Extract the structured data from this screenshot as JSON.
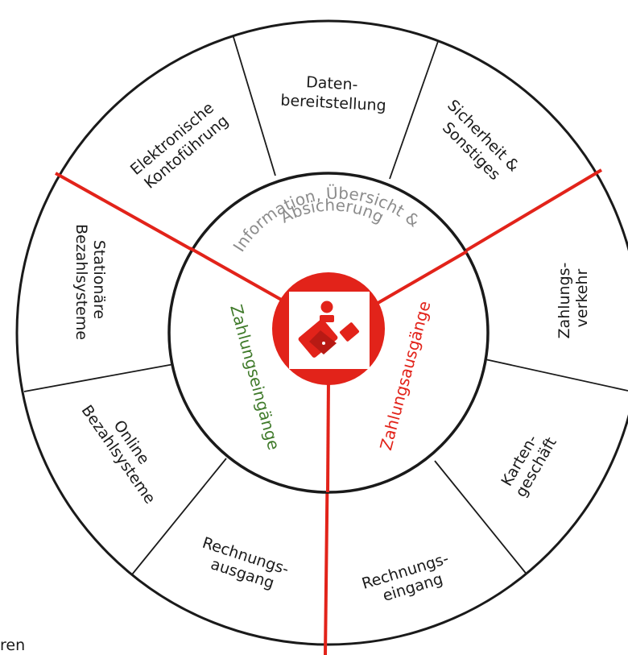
{
  "colors": {
    "red": "#E2231A",
    "green": "#3F7A2A",
    "gray": "#8C8C8C",
    "line": "#1a1a1a"
  },
  "outer_segments": [
    {
      "lines": [
        "Daten-",
        "bereitstellung"
      ]
    },
    {
      "lines": [
        "Sicherheit &",
        "Sonstiges"
      ]
    },
    {
      "lines": [
        "Zahlungs-",
        "verkehr"
      ]
    },
    {
      "lines": [
        "Karten-",
        "geschäft"
      ]
    },
    {
      "lines": [
        "Rechnungs-",
        "eingang"
      ]
    },
    {
      "lines": [
        "Rechnungs-",
        "ausgang"
      ]
    },
    {
      "lines": [
        "Online",
        "Bezahlsysteme"
      ]
    },
    {
      "lines": [
        "Stationäre",
        "Bezahlsysteme"
      ]
    },
    {
      "lines": [
        "Elektronische",
        "Kontoführung"
      ]
    }
  ],
  "inner_ring": {
    "info": "Information, Übersicht &",
    "info_line2": "Absicherung",
    "eingaenge": "Zahlungseingänge",
    "ausgaenge": "Zahlungsausgänge"
  },
  "center_logo": "sparkasse-wallet-logo",
  "footer_text": "ren"
}
